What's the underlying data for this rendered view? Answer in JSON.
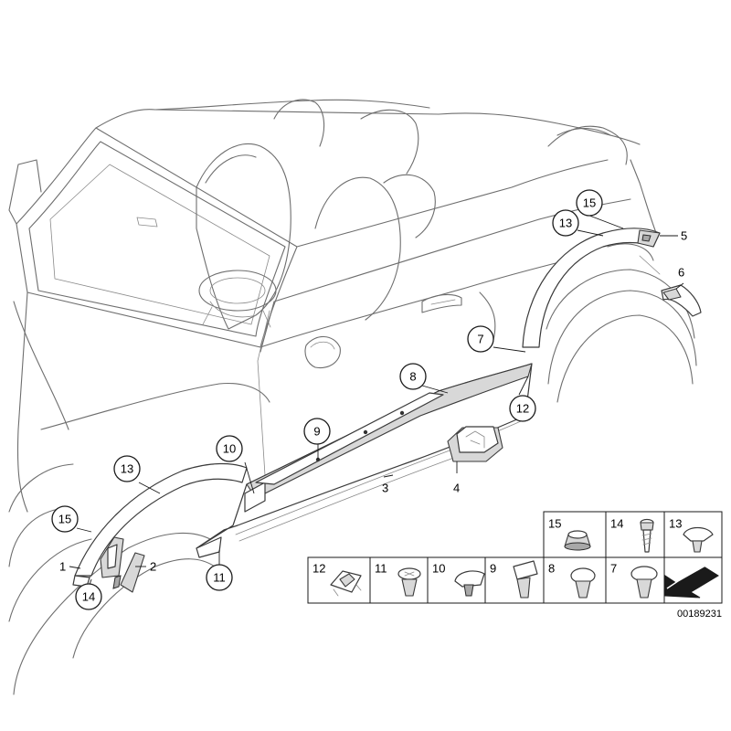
{
  "callouts": {
    "c1": "1",
    "c2": "2",
    "c3": "3",
    "c4": "4",
    "c5": "5",
    "c6": "6",
    "c7": "7",
    "c8": "8",
    "c9": "9",
    "c10": "10",
    "c11a": "11",
    "c12a": "12",
    "c13a": "13",
    "c13b": "13",
    "c14a": "14",
    "c15a": "15",
    "c15b": "15"
  },
  "fastener_boxes": {
    "b15": "15",
    "b14": "14",
    "b13": "13",
    "b12": "12",
    "b11": "11",
    "b10": "10",
    "b9": "9",
    "b8": "8",
    "b7": "7"
  },
  "reference_number": "00189231"
}
